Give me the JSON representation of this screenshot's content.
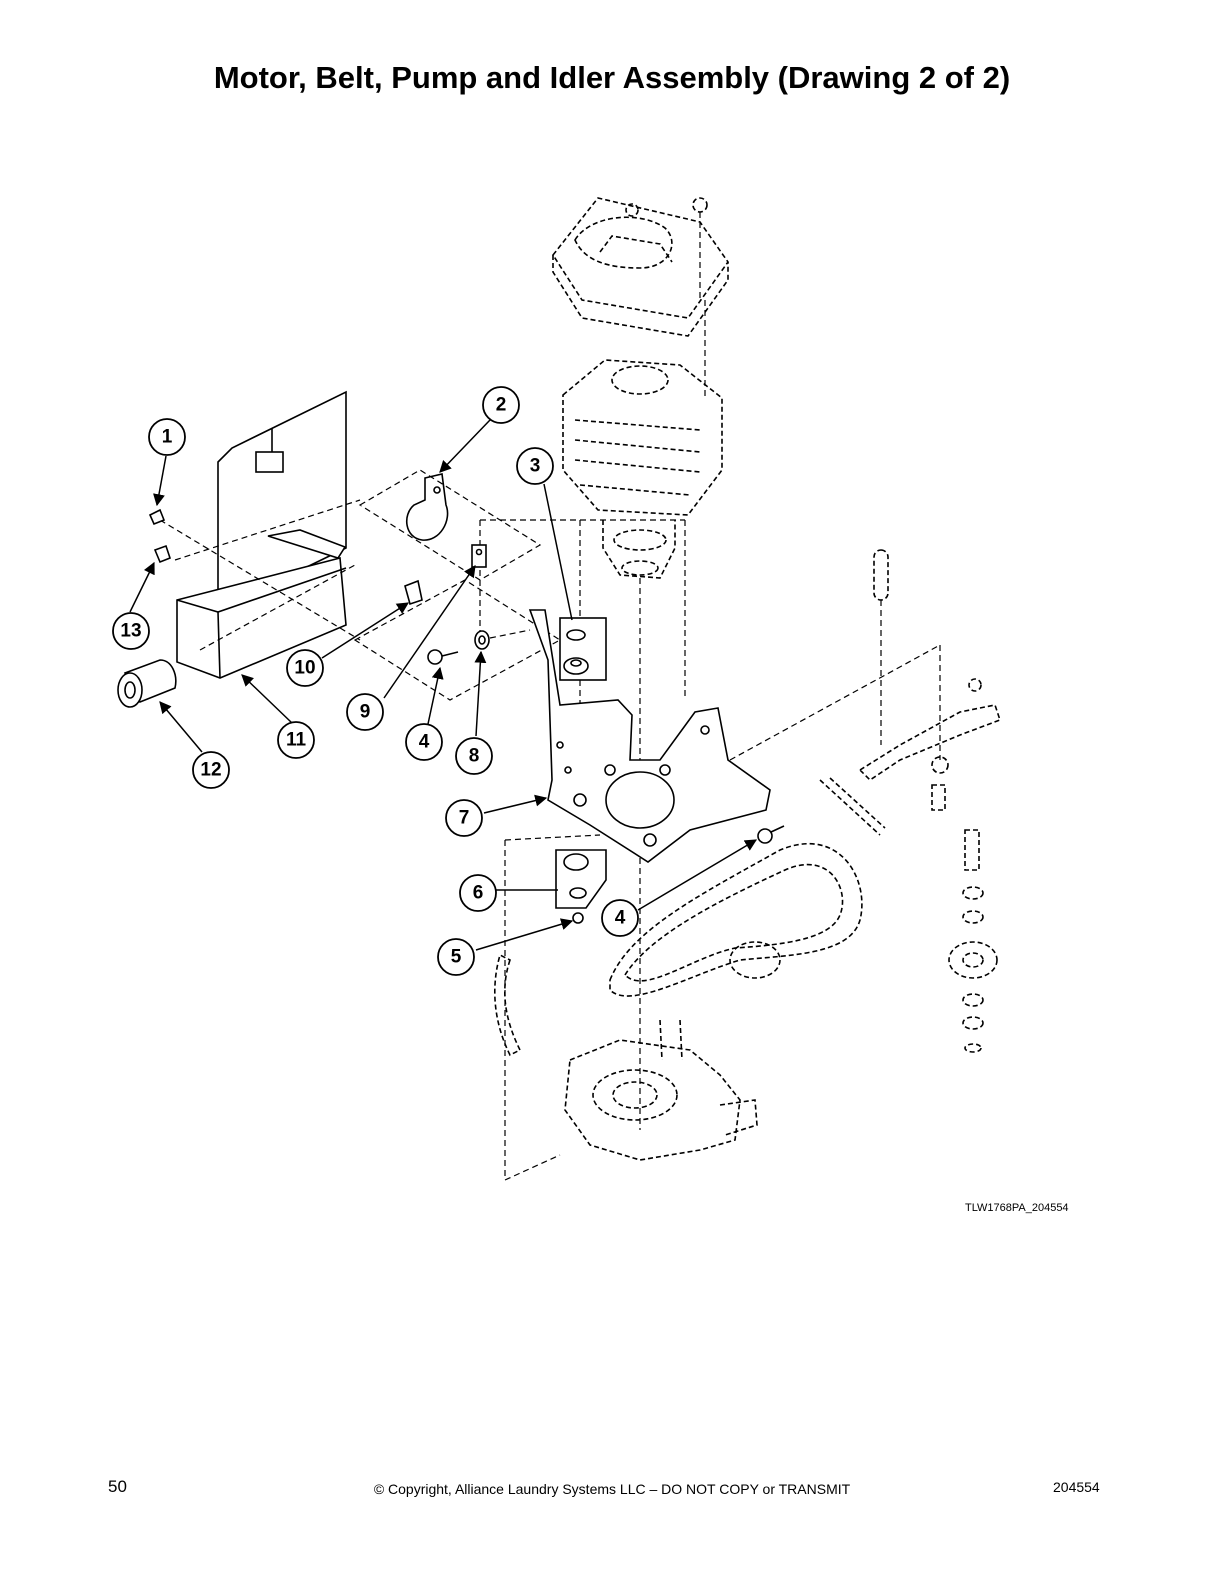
{
  "title": "Motor, Belt, Pump and Idler Assembly (Drawing 2 of 2)",
  "drawing_id": "TLW1768PA_204554",
  "footer": {
    "page_number": "50",
    "copyright": "© Copyright, Alliance Laundry Systems LLC – DO NOT COPY or TRANSMIT",
    "doc_number": "204554"
  },
  "callouts": [
    "1",
    "2",
    "3",
    "4",
    "4",
    "5",
    "6",
    "7",
    "8",
    "9",
    "10",
    "11",
    "12",
    "13"
  ]
}
